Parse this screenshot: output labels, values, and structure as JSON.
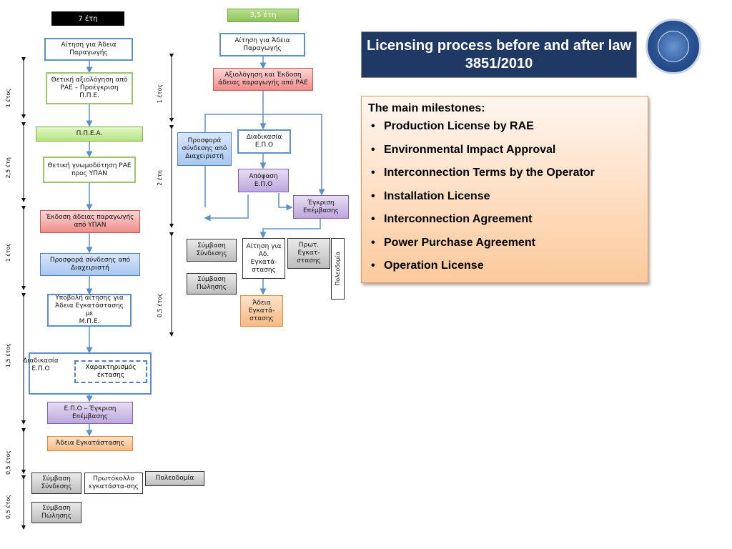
{
  "left_flow": {
    "header": "7 έτη",
    "boxes": [
      "Αίτηση για Άδεια\nΠαραγωγής",
      "Θετική αξιολόγηση από\nΡΑΕ – Προέγκριση\nΠ.Π.Ε.",
      "Π.Π.Ε.Α.",
      "Θετική γνωμοδότηση ΡΑΕ\nπρος ΥΠΑΝ",
      "Έκδοση άδειας παραγωγής\nαπό ΥΠΑΝ",
      "Προσφορά σύνδεσης από\nΔιαχειριστή",
      "Υποβολή αίτησης για\nΆδεια Εγκατάστασης με\nΜ.Π.Ε.",
      "Χαρακτηρισμός\nέκτασης",
      "Ε.Π.Ο – Έγκριση\nΕπέμβασης",
      "Άδεια Εγκατάστασης",
      "Σύμβαση\nΣύνδεσης",
      "Πρωτόκολλο\nεγκατάστα-σης",
      "Πολεοδομία",
      "Σύμβαση\nΠώλησης"
    ],
    "epo_label": "Διαδικασία\nΕ.Π.Ο",
    "durations": [
      "1 έτος",
      "2,5 έτη",
      "1 έτος",
      "1,5 έτος",
      "0,5 έτος",
      "0,5 έτος"
    ]
  },
  "right_flow": {
    "header": "3,5 έτη",
    "boxes": [
      "Αίτηση για Άδεια\nΠαραγωγής",
      "Αξιολόγηση και Έκδοση\nάδειας παραγωγής από ΡΑΕ",
      "Προσφορά\nσύνδεσης από\nΔιαχειριστή",
      "Διαδικασία\nΕ.Π.Ο",
      "Απόφαση\nΕ.Π.Ο",
      "Έγκριση\nΕπέμβασης",
      "Σύμβαση\nΣύνδεσης",
      "Αίτηση για\nΑδ.\nΕγκατά-\nστασης",
      "Πρωτ.\nΕγκατ-\nστασης",
      "Πολεοδομία",
      "Σύμβαση\nΠώλησης",
      "Άδεια\nΕγκατά-\nστασης"
    ],
    "durations": [
      "1 έτος",
      "2 έτη",
      "0,5 έτος"
    ]
  },
  "title": "Licensing process before and after law 3851/2010",
  "milestones": {
    "heading": "The main milestones:",
    "items": [
      "Production License by RAE",
      "Environmental Impact Approval",
      "Interconnection Terms by the Operator",
      "Installation License",
      "Interconnection Agreement",
      "Power Purchase Agreement",
      "Operation License"
    ]
  },
  "colors": {
    "title_bg": "#1f3864",
    "panel_bg": "#fcc99c",
    "box_blue": "#5b8fce",
    "box_red": "#f08d8d",
    "box_green": "#b4e27f",
    "box_purple": "#bca7de",
    "box_orange": "#f8ba85",
    "box_gray": "#bdbdbd"
  },
  "logo": "seal-logo"
}
